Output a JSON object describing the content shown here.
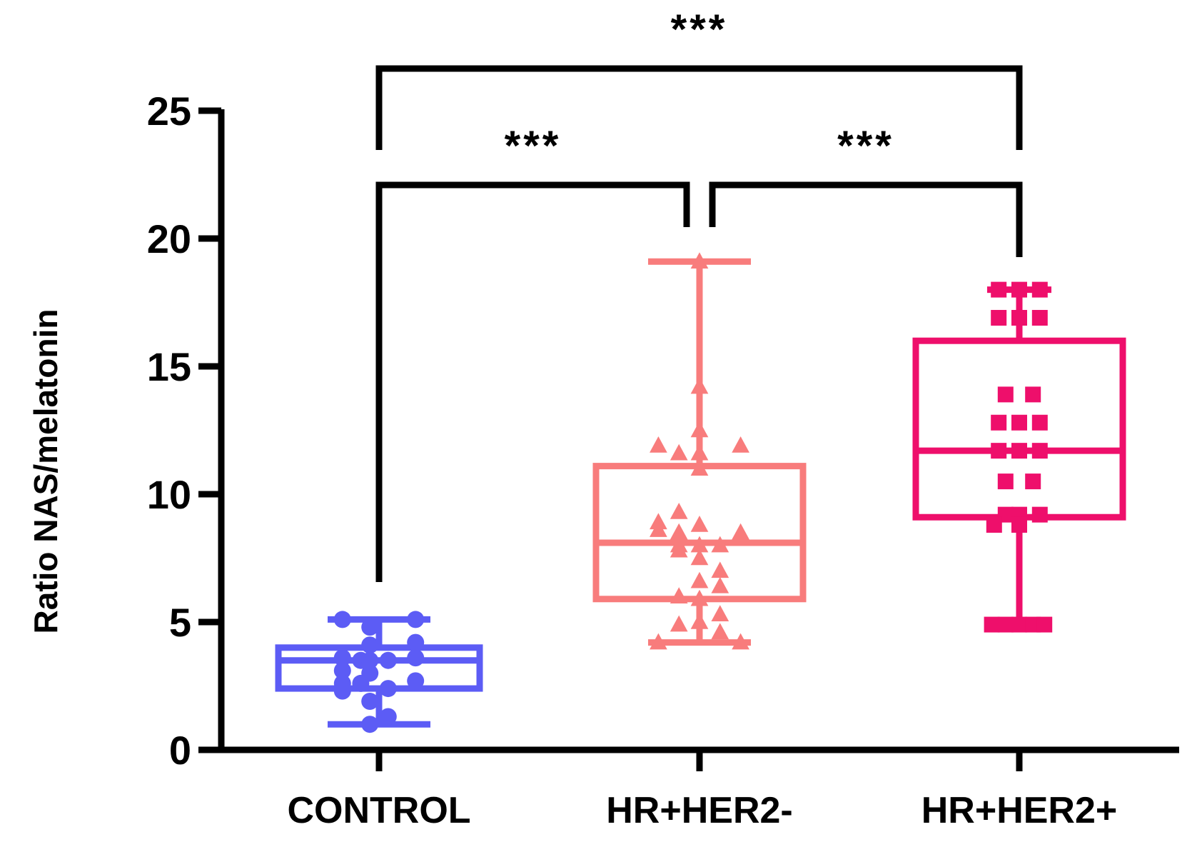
{
  "chart_data": {
    "type": "box",
    "ylabel": "Ratio NAS/melatonin",
    "xlabel": "",
    "ylim": [
      0,
      25
    ],
    "yticks": [
      0,
      5,
      10,
      15,
      20,
      25
    ],
    "categories": [
      "CONTROL",
      "HR+HER2-",
      "HR+HER2+"
    ],
    "grid": false,
    "legend": "none",
    "series": [
      {
        "category": "CONTROL",
        "marker": "circle",
        "color": "#5c5cf5",
        "box": {
          "min": 1.0,
          "q1": 2.4,
          "median": 3.5,
          "q3": 4.0,
          "max": 5.1
        },
        "points": [
          {
            "x": -0.8,
            "y": 5.1
          },
          {
            "x": 0.8,
            "y": 5.1
          },
          {
            "x": -0.2,
            "y": 4.8
          },
          {
            "x": -0.2,
            "y": 4.1
          },
          {
            "x": 0.8,
            "y": 4.2
          },
          {
            "x": -0.8,
            "y": 3.6
          },
          {
            "x": -0.4,
            "y": 3.5
          },
          {
            "x": -0.2,
            "y": 3.5
          },
          {
            "x": 0.2,
            "y": 3.5
          },
          {
            "x": 0.8,
            "y": 3.6
          },
          {
            "x": -0.8,
            "y": 3.1
          },
          {
            "x": -0.2,
            "y": 3.0
          },
          {
            "x": -0.8,
            "y": 2.6
          },
          {
            "x": -0.4,
            "y": 2.6
          },
          {
            "x": 0.8,
            "y": 2.7
          },
          {
            "x": 0.2,
            "y": 2.4
          },
          {
            "x": -0.8,
            "y": 2.3
          },
          {
            "x": -0.2,
            "y": 1.9
          },
          {
            "x": 0.2,
            "y": 1.3
          },
          {
            "x": -0.2,
            "y": 1.0
          }
        ]
      },
      {
        "category": "HR+HER2-",
        "marker": "triangle",
        "color": "#f87c7c",
        "box": {
          "min": 4.2,
          "q1": 5.9,
          "median": 8.1,
          "q3": 11.1,
          "max": 19.1
        },
        "points": [
          {
            "x": 0.0,
            "y": 19.1
          },
          {
            "x": 0.0,
            "y": 14.2
          },
          {
            "x": 0.0,
            "y": 12.5
          },
          {
            "x": -0.9,
            "y": 11.9
          },
          {
            "x": -0.45,
            "y": 11.6
          },
          {
            "x": 0.0,
            "y": 11.6
          },
          {
            "x": 0.9,
            "y": 11.9
          },
          {
            "x": 0.0,
            "y": 11.0
          },
          {
            "x": -0.45,
            "y": 9.3
          },
          {
            "x": -0.9,
            "y": 8.9
          },
          {
            "x": 0.0,
            "y": 8.8
          },
          {
            "x": -0.9,
            "y": 8.6
          },
          {
            "x": -0.45,
            "y": 8.5
          },
          {
            "x": 0.9,
            "y": 8.5
          },
          {
            "x": -0.45,
            "y": 8.0
          },
          {
            "x": 0.0,
            "y": 8.0
          },
          {
            "x": 0.45,
            "y": 8.0
          },
          {
            "x": -0.45,
            "y": 7.8
          },
          {
            "x": 0.0,
            "y": 7.5
          },
          {
            "x": 0.45,
            "y": 7.0
          },
          {
            "x": 0.0,
            "y": 6.6
          },
          {
            "x": 0.45,
            "y": 6.4
          },
          {
            "x": -0.45,
            "y": 6.0
          },
          {
            "x": 0.0,
            "y": 5.9
          },
          {
            "x": 0.45,
            "y": 5.3
          },
          {
            "x": -0.45,
            "y": 4.9
          },
          {
            "x": 0.0,
            "y": 5.0
          },
          {
            "x": 0.45,
            "y": 4.6
          },
          {
            "x": -0.9,
            "y": 4.2
          },
          {
            "x": 0.9,
            "y": 4.2
          }
        ]
      },
      {
        "category": "HR+HER2+",
        "marker": "square",
        "color": "#ee0f6b",
        "box": {
          "min": 4.9,
          "q1": 9.1,
          "median": 11.7,
          "q3": 16.0,
          "max": 18.0
        },
        "points": [
          {
            "x": -0.45,
            "y": 18.0
          },
          {
            "x": 0.0,
            "y": 18.0
          },
          {
            "x": 0.45,
            "y": 18.0
          },
          {
            "x": -0.45,
            "y": 16.9
          },
          {
            "x": 0.0,
            "y": 16.9
          },
          {
            "x": 0.45,
            "y": 16.9
          },
          {
            "x": -0.3,
            "y": 13.9
          },
          {
            "x": 0.3,
            "y": 13.9
          },
          {
            "x": -0.45,
            "y": 12.8
          },
          {
            "x": 0.0,
            "y": 12.8
          },
          {
            "x": 0.45,
            "y": 12.8
          },
          {
            "x": -0.45,
            "y": 11.7
          },
          {
            "x": 0.0,
            "y": 11.7
          },
          {
            "x": 0.45,
            "y": 11.7
          },
          {
            "x": -0.3,
            "y": 10.5
          },
          {
            "x": 0.3,
            "y": 10.5
          },
          {
            "x": -0.3,
            "y": 9.2
          },
          {
            "x": 0.0,
            "y": 9.2
          },
          {
            "x": 0.45,
            "y": 9.2
          },
          {
            "x": -0.55,
            "y": 8.8
          },
          {
            "x": 0.0,
            "y": 8.8
          },
          {
            "x": -0.6,
            "y": 4.9
          },
          {
            "x": -0.3,
            "y": 4.9
          },
          {
            "x": 0.0,
            "y": 4.9
          },
          {
            "x": 0.3,
            "y": 4.9
          },
          {
            "x": 0.55,
            "y": 4.9
          }
        ]
      }
    ],
    "annotations": [
      {
        "from": "CONTROL",
        "to": "HR+HER2+",
        "label": "***",
        "level": 2
      },
      {
        "from": "CONTROL",
        "to": "HR+HER2-",
        "label": "***",
        "level": 1
      },
      {
        "from": "HR+HER2-",
        "to": "HR+HER2+",
        "label": "***",
        "level": 1
      }
    ]
  }
}
